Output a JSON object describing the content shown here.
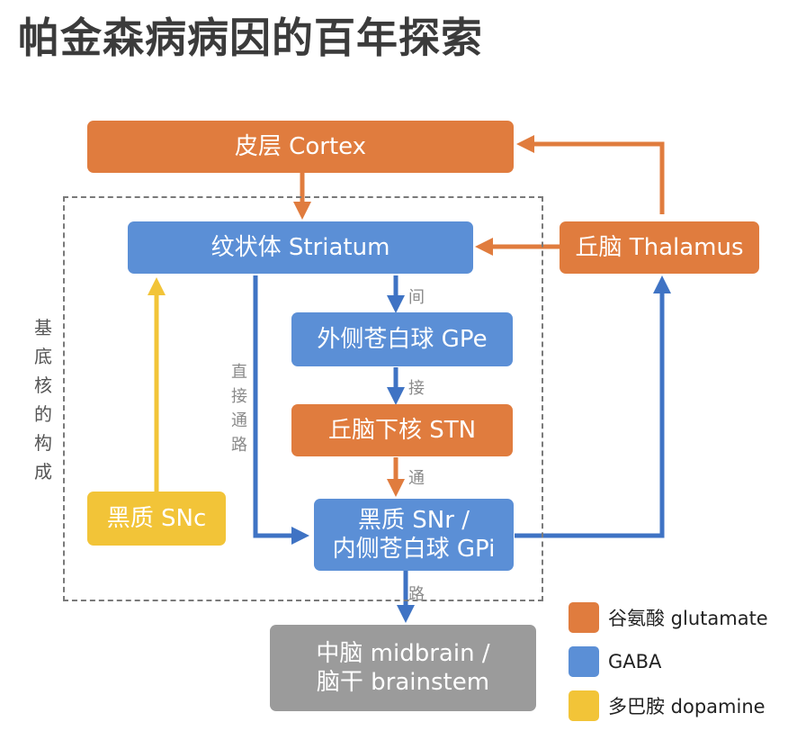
{
  "title": "帕金森病病因的百年探索",
  "nodes": {
    "cortex": "皮层 Cortex",
    "striatum": "纹状体 Striatum",
    "thalamus": "丘脑 Thalamus",
    "gpe": "外侧苍白球 GPe",
    "stn": "丘脑下核 STN",
    "snr_gpi_line1": "黑质 SNr /",
    "snr_gpi_line2": "内侧苍白球 GPi",
    "snc": "黑质 SNc",
    "midbrain_line1": "中脑 midbrain /",
    "midbrain_line2": "脑干 brainstem"
  },
  "basal_ganglia_label": "基底核的构成",
  "direct_pathway_label": "直接通路",
  "indirect_pathway_label": [
    "间",
    "接",
    "通",
    "路"
  ],
  "legend": [
    {
      "label": "谷氨酸 glutamate",
      "color": "#e07c3e"
    },
    {
      "label": "GABA",
      "color": "#5b8fd6"
    },
    {
      "label": "多巴胺 dopamine",
      "color": "#f2c438"
    }
  ],
  "colors": {
    "glutamate": "#e07c3e",
    "gaba": "#5b8fd6",
    "dopamine": "#f2c438",
    "gray_node": "#9b9b9b",
    "dashed_border": "#7a7a7a"
  }
}
